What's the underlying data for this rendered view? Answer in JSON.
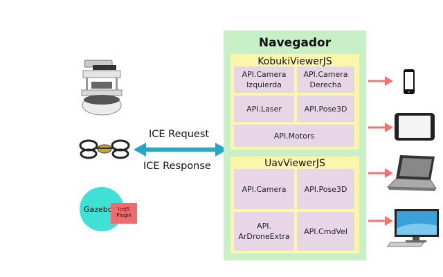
{
  "navegador": {
    "title": "Navegador",
    "kobuki": {
      "title": "KobukiViewerJS",
      "apis": [
        "API.Camera\nIzquierda",
        "API.Camera\nDerecha",
        "API.Laser",
        "API.Pose3D",
        "API.Motors"
      ]
    },
    "uav": {
      "title": "UavViewerJS",
      "apis": [
        "API.Camera",
        "API.Pose3D",
        "API.\nArDroneExtra",
        "API.CmdVel"
      ]
    }
  },
  "communication": {
    "request_label": "ICE Request",
    "response_label": "ICE Response"
  },
  "sources": {
    "gazebo_label": "Gazebo",
    "plugin_label": "IceJS\nPlugin"
  },
  "colors": {
    "navegador_bg": "#c8efc8",
    "panel_bg": "#fbf6a8",
    "api_bg": "#e6d6e6",
    "bidirectional_arrow": "#26a7c4",
    "device_arrow": "#f07474",
    "gazebo": "#3fe0d6",
    "plugin": "#f06b6b"
  },
  "icons": [
    "turtlebot-robot-icon",
    "ar-drone-icon",
    "smartphone-icon",
    "tablet-icon",
    "laptop-icon",
    "desktop-monitor-icon"
  ]
}
